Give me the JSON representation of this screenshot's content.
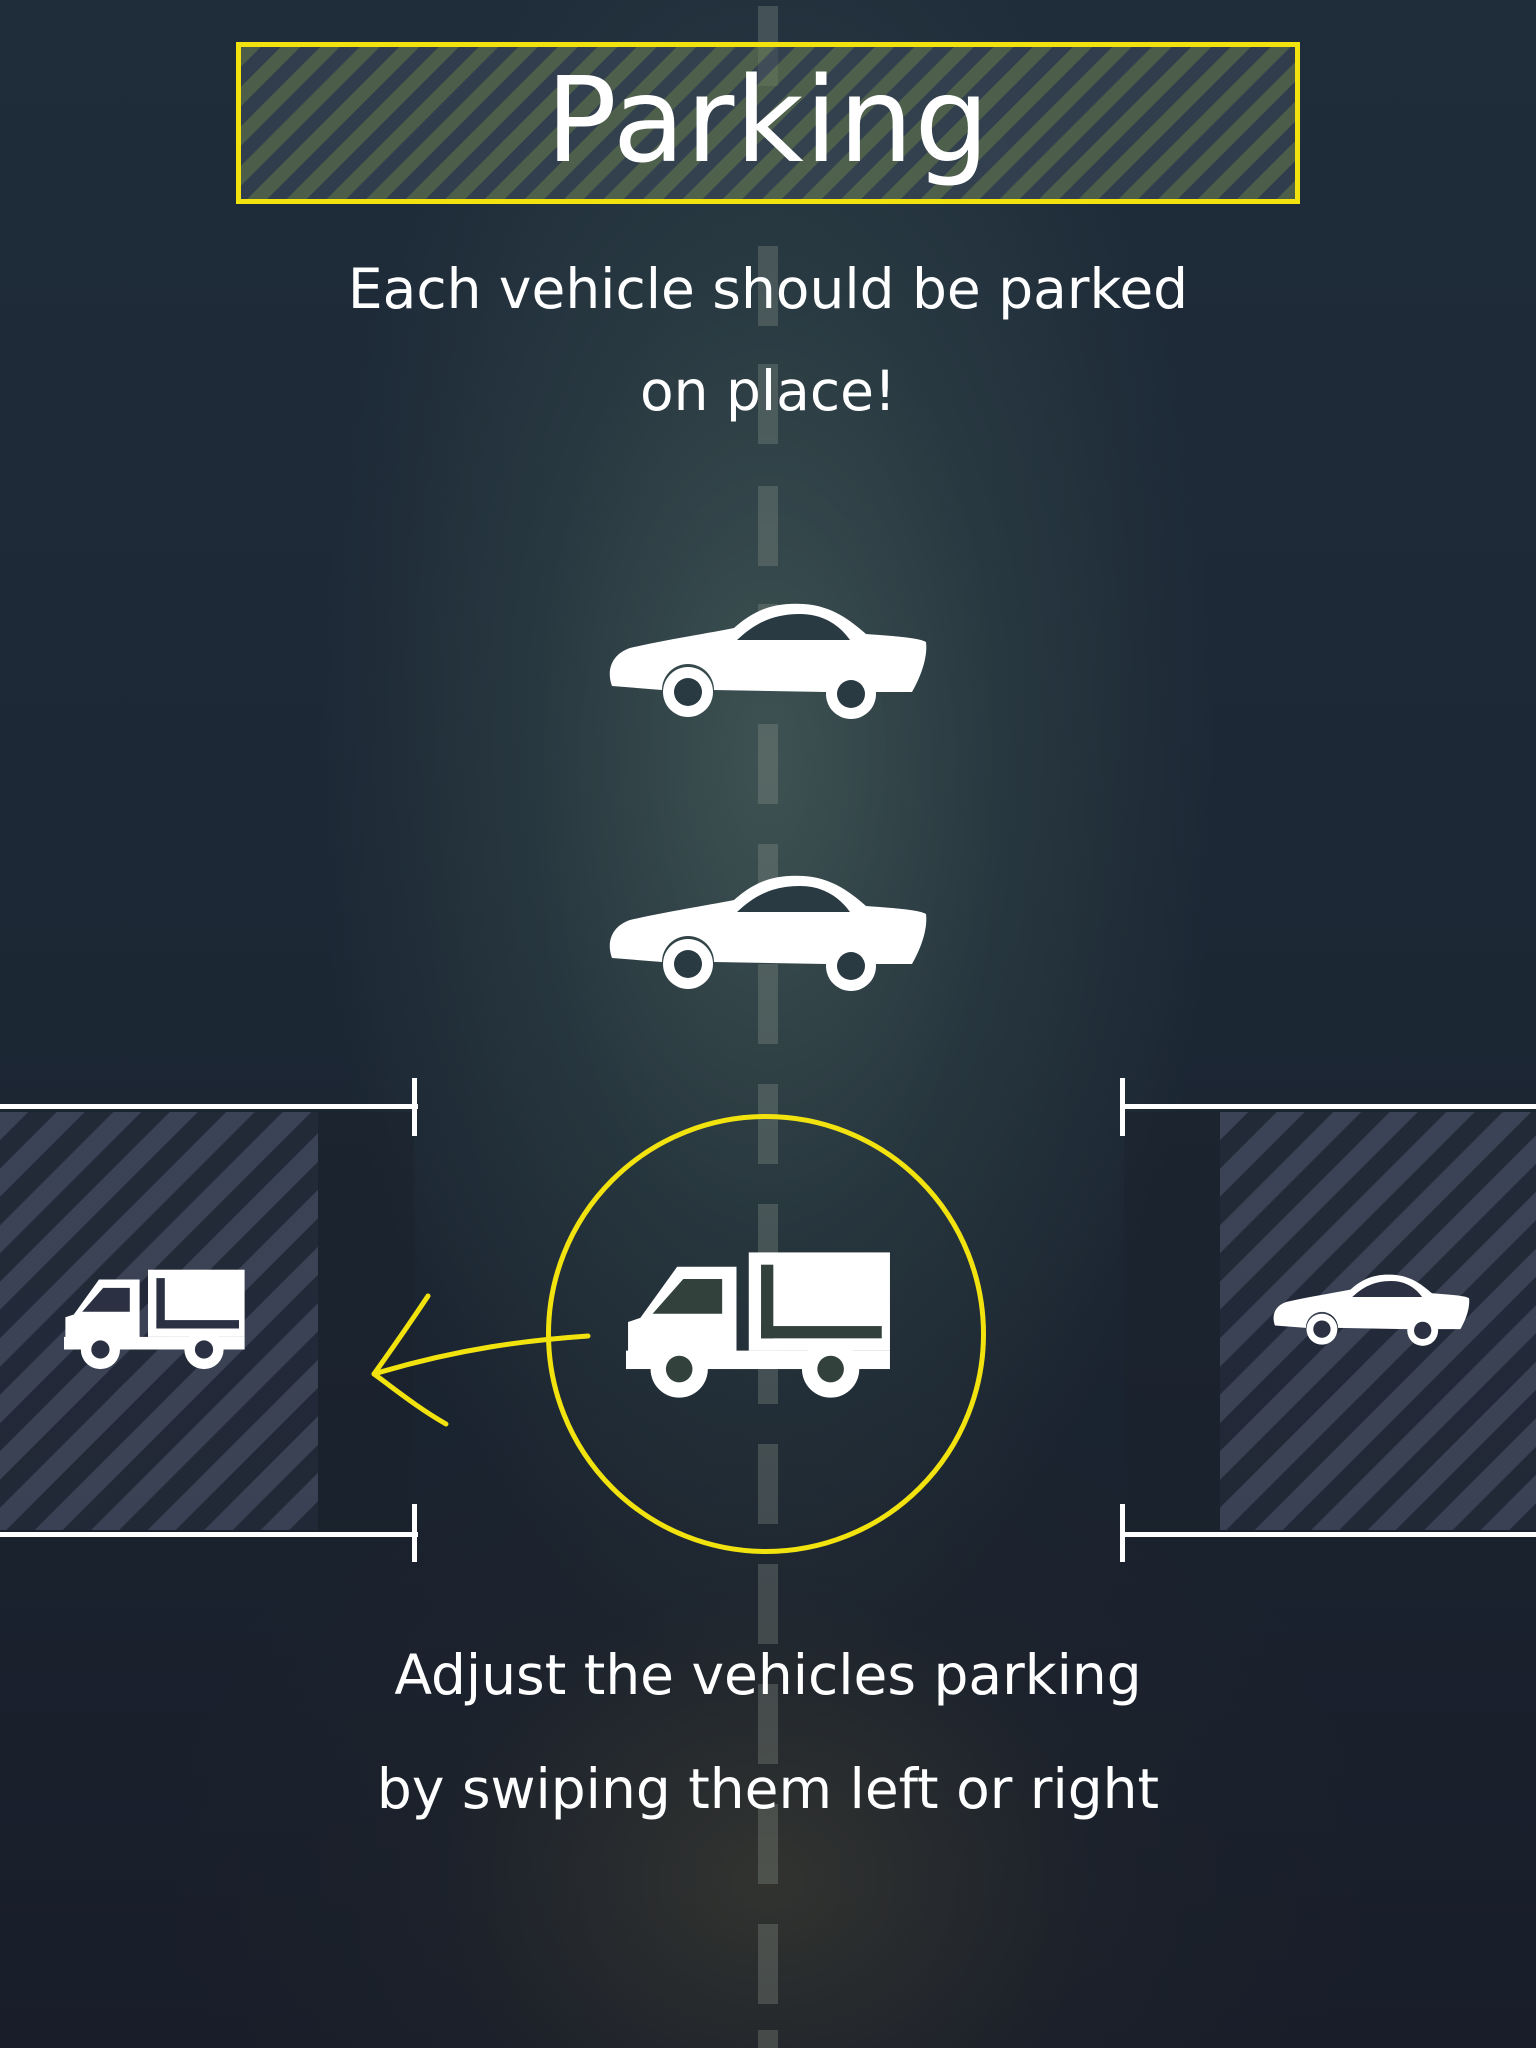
{
  "header": {
    "title": "Parking",
    "subtitle_line1": "Each vehicle should be parked",
    "subtitle_line2": "on place!"
  },
  "instructions": {
    "line1": "Adjust the vehicles parking",
    "line2": "by swiping them left or right"
  },
  "road": {
    "vehicles": [
      "car",
      "car",
      "truck"
    ],
    "selected_vehicle": "truck",
    "swipe_direction": "left"
  },
  "parking_bays": {
    "left": {
      "vehicle": "truck"
    },
    "right": {
      "vehicle": "car"
    }
  },
  "colors": {
    "accent": "#f2e30f",
    "text": "#ffffff",
    "background": "#1c2734"
  },
  "icons": [
    "car-icon",
    "truck-icon",
    "swipe-arrow-icon"
  ]
}
